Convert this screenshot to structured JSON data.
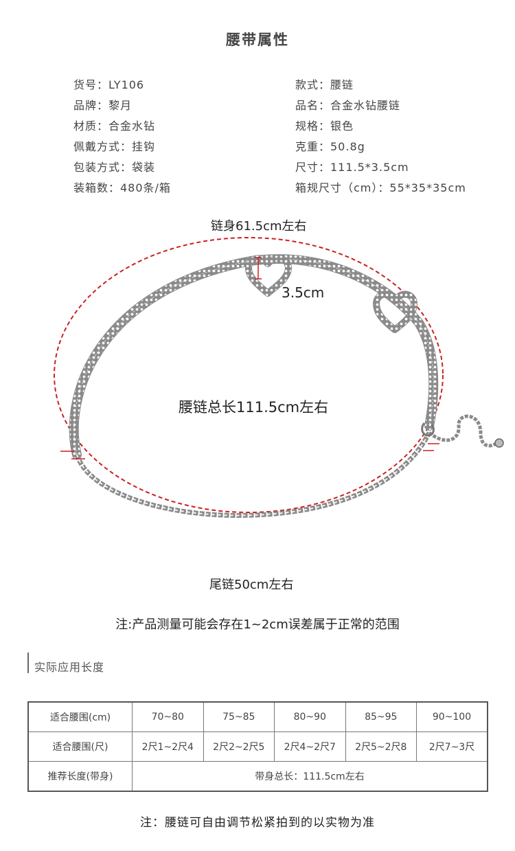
{
  "title": "腰带属性",
  "attributes_left": [
    "货号：LY106",
    "品牌：黎月",
    "材质：合金水钻",
    "佩戴方式：挂钩",
    "包装方式：袋装",
    "装箱数：480条/箱"
  ],
  "attributes_right": [
    "款式：腰链",
    "品名：合金水钻腰链",
    "规格：银色",
    "克重：50.8g",
    "尺寸：111.5*3.5cm",
    "箱规尺寸（cm）：55*35*35cm"
  ],
  "diagram": {
    "chain_body_label": "链身61.5cm左右",
    "width_label": "3.5cm",
    "total_length_label": "腰链总长111.5cm左右",
    "tail_label": "尾链50cm左右",
    "colors": {
      "dashed_outline": "#cc1f1f",
      "metal": "#9a9a9a"
    }
  },
  "note_measurement": "注:产品测量可能会存在1~2cm误差属于正常的范围",
  "section_title": "实际应用长度",
  "size_table": {
    "row1": {
      "header": "适合腰围(cm)",
      "cells": [
        "70~80",
        "75~85",
        "80~90",
        "85~95",
        "90~100"
      ]
    },
    "row2": {
      "header": "适合腰围(尺)",
      "cells": [
        "2尺1~2尺4",
        "2尺2~2尺5",
        "2尺4~2尺7",
        "2尺5~2尺8",
        "2尺7~3尺"
      ]
    },
    "row3": {
      "header": "推荐长度(带身)",
      "value": "带身总长：111.5cm左右"
    }
  },
  "note_adjust": "注：腰链可自由调节松紧拍到的以实物为准"
}
